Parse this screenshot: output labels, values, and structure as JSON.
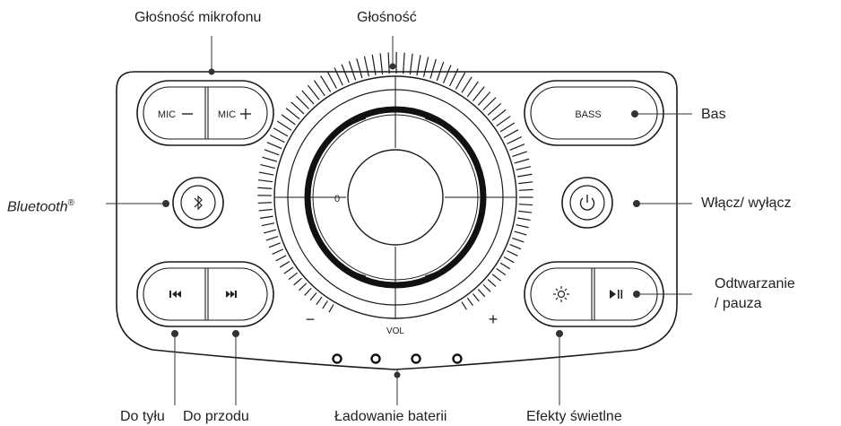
{
  "labels": {
    "mic_volume": "Głośność mikrofonu",
    "volume": "Głośność",
    "bass": "Bas",
    "bluetooth": "Bluetooth",
    "bluetooth_mark": "®",
    "power": "Włącz/ wyłącz",
    "play_pause_line1": "Odtwarzanie",
    "play_pause_line2": "/ pauza",
    "back": "Do tyłu",
    "forward": "Do przodu",
    "battery": "Ładowanie baterii",
    "light_effects": "Efekty świetlne"
  },
  "buttons": {
    "mic_minus": "MIC",
    "mic_plus": "MIC",
    "bass": "BASS",
    "vol": "VOL",
    "vol_minus": "−",
    "vol_plus": "+",
    "knob_mark": "0"
  },
  "icons": {
    "bluetooth": "bluetooth-icon",
    "power": "power-icon",
    "previous": "previous-track-icon",
    "next": "next-track-icon",
    "light": "sun-icon",
    "play_pause": "play-pause-icon"
  }
}
